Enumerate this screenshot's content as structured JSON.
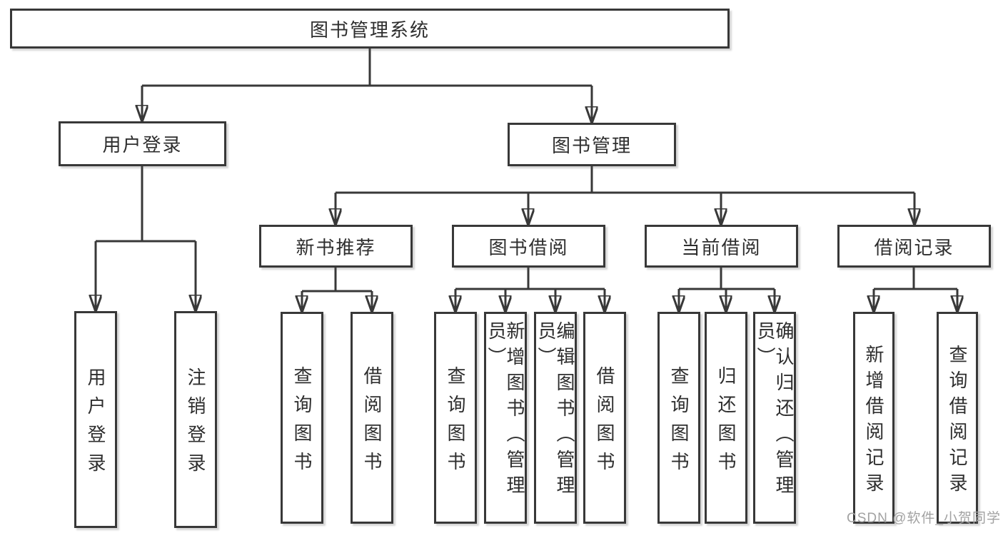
{
  "tree": {
    "root": "图书管理系统",
    "branches": [
      {
        "label": "用户登录",
        "children": [
          "用户登录",
          "注销登录"
        ]
      },
      {
        "label": "图书管理",
        "groups": [
          {
            "label": "新书推荐",
            "children": [
              "查询图书",
              "借阅图书"
            ]
          },
          {
            "label": "图书借阅",
            "children": [
              "查询图书",
              "新增图书（管理员）",
              "编辑图书（管理员）",
              "借阅图书"
            ]
          },
          {
            "label": "当前借阅",
            "children": [
              "查询图书",
              "归还图书",
              "确认归还（管理员）"
            ]
          },
          {
            "label": "借阅记录",
            "children": [
              "新增借阅记录",
              "查询借阅记录"
            ]
          }
        ]
      }
    ]
  },
  "watermark": "CSDN @软件_小贺同学",
  "colors": {
    "line": "#383838",
    "text": "#2e2e2e",
    "watermark": "#a2a2a2",
    "background": "#ffffff"
  }
}
